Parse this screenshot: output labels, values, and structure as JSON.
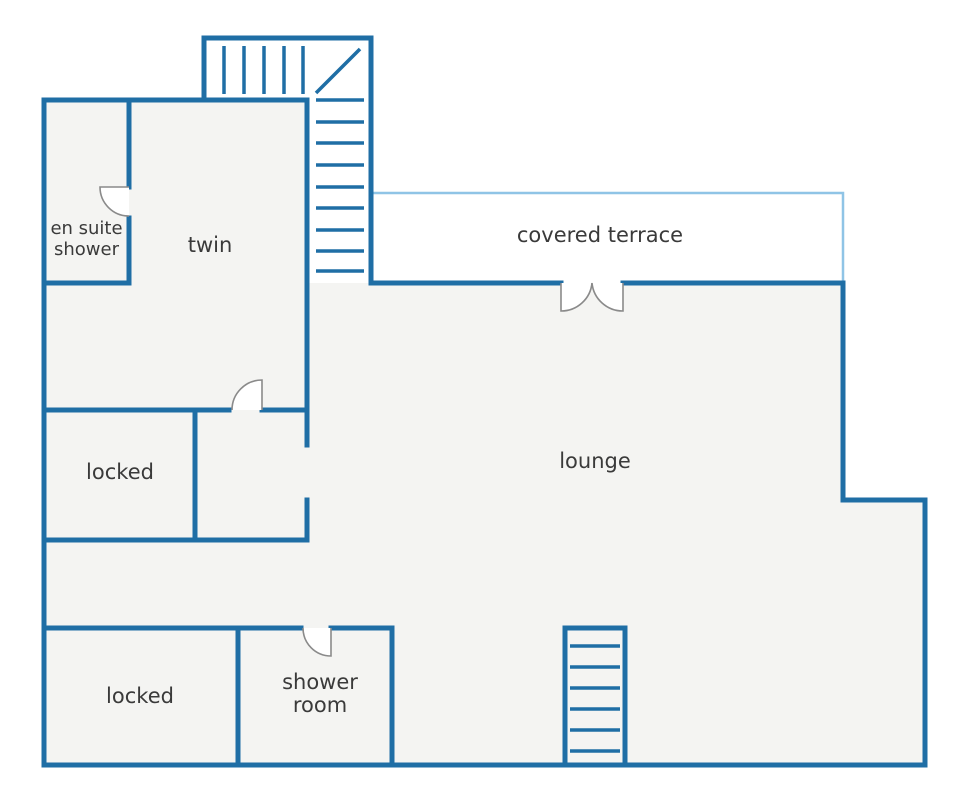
{
  "rooms": {
    "en_suite_shower": {
      "line1": "en suite",
      "line2": "shower"
    },
    "twin": "twin",
    "covered_terrace": "covered terrace",
    "lounge": "lounge",
    "locked_upper": "locked",
    "locked_lower": "locked",
    "shower_room": {
      "line1": "shower",
      "line2": "room"
    }
  },
  "colors": {
    "wall": "#1f6ea5",
    "terrace_wall": "#8fc4e6",
    "floor": "#f4f4f2",
    "door": "#8a8a8a"
  }
}
